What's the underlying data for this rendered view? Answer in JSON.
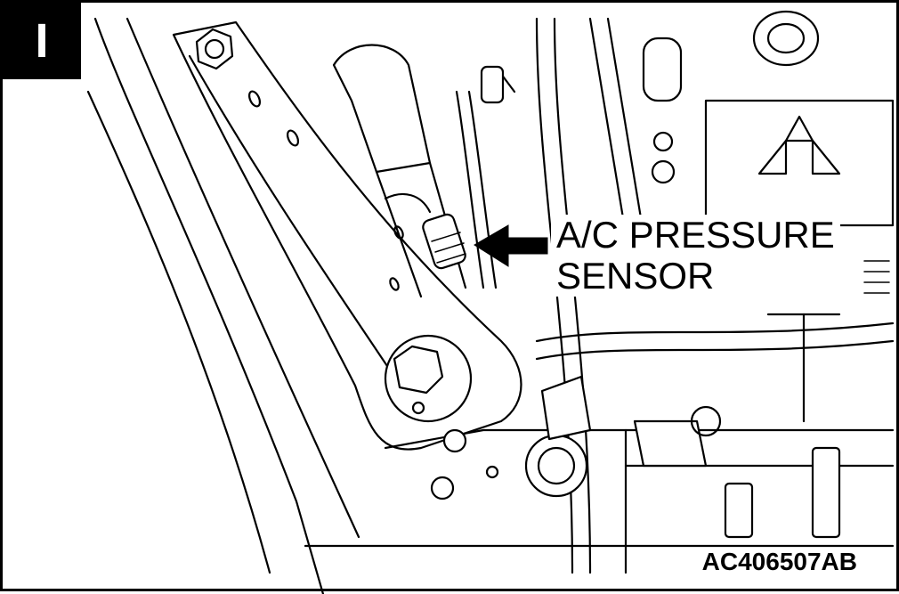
{
  "figure": {
    "corner_label": "I",
    "callout_line_1": "A/C PRESSURE",
    "callout_line_2": "SENSOR",
    "figure_code": "AC406507AB"
  }
}
